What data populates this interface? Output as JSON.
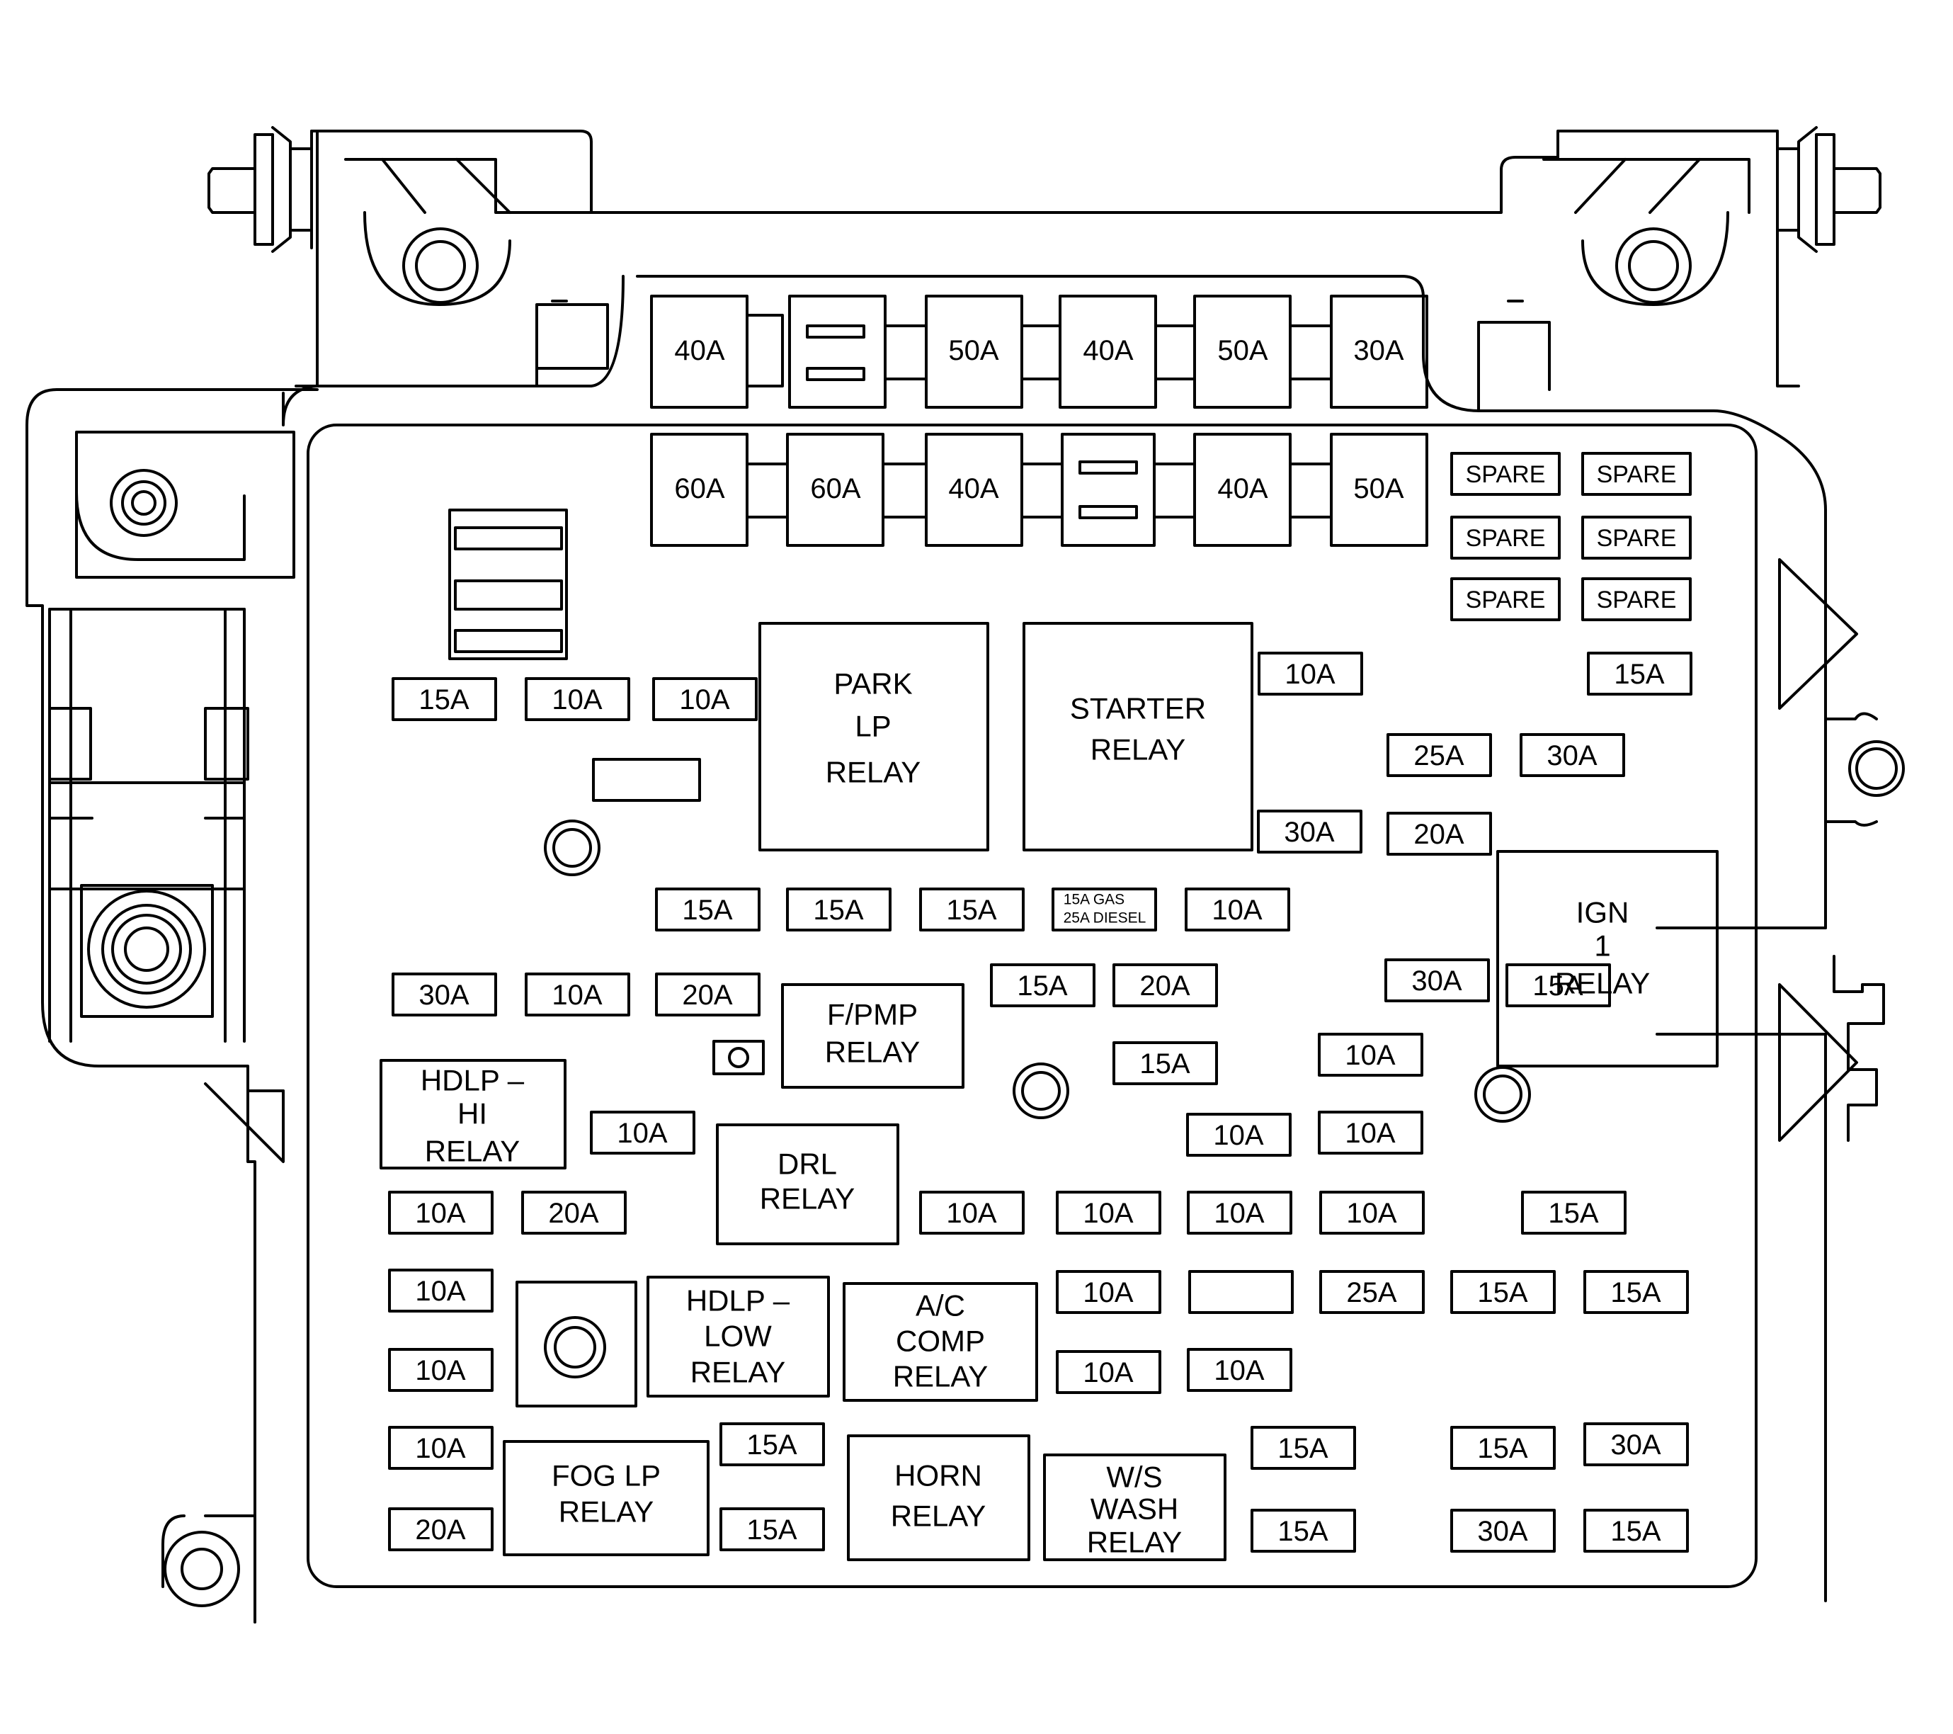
{
  "diagram": {
    "colors": {
      "ink": "#000000",
      "paper": "#ffffff"
    },
    "maxi_fuses_top": [
      "40A",
      "50A",
      "40A",
      "50A",
      "30A"
    ],
    "maxi_fuses_row2": [
      "60A",
      "60A",
      "40A",
      "40A",
      "50A"
    ],
    "spares": [
      "SPARE",
      "SPARE",
      "SPARE",
      "SPARE",
      "SPARE",
      "SPARE"
    ],
    "relays": {
      "park": [
        "PARK",
        "LP",
        "RELAY"
      ],
      "starter": [
        "STARTER",
        "RELAY"
      ],
      "ign": [
        "IGN",
        "1",
        "RELAY"
      ],
      "fpmp": [
        "F/PMP",
        "RELAY"
      ],
      "hdlp_hi": [
        "HDLP –",
        "HI",
        "RELAY"
      ],
      "drl": [
        "DRL",
        "RELAY"
      ],
      "hdlp_low": [
        "HDLP –",
        "LOW",
        "RELAY"
      ],
      "ac_comp": [
        "A/C",
        "COMP",
        "RELAY"
      ],
      "fog": [
        "FOG LP",
        "RELAY"
      ],
      "horn": [
        "HORN",
        "RELAY"
      ],
      "ws_wash": [
        "W/S",
        "WASH",
        "RELAY"
      ]
    },
    "gas_diesel": [
      "15A GAS",
      "25A DIESEL"
    ],
    "mini_fuses": [
      "15A",
      "10A",
      "10A",
      "10A",
      "15A",
      "15A",
      "15A",
      "15A",
      "10A",
      "30A",
      "10A",
      "20A",
      "15A",
      "20A",
      "15A",
      "10A",
      "25A",
      "30A",
      "30A",
      "20A",
      "30A",
      "15A",
      "10A",
      "10A",
      "10A",
      "10A",
      "20A",
      "10A",
      "10A",
      "10A",
      "10A",
      "15A",
      "10A",
      "10A",
      "25A",
      "15A",
      "15A",
      "10A",
      "10A",
      "10A",
      "10A",
      "15A",
      "15A",
      "15A",
      "30A",
      "20A",
      "15A",
      "15A",
      "30A",
      "15A"
    ]
  }
}
